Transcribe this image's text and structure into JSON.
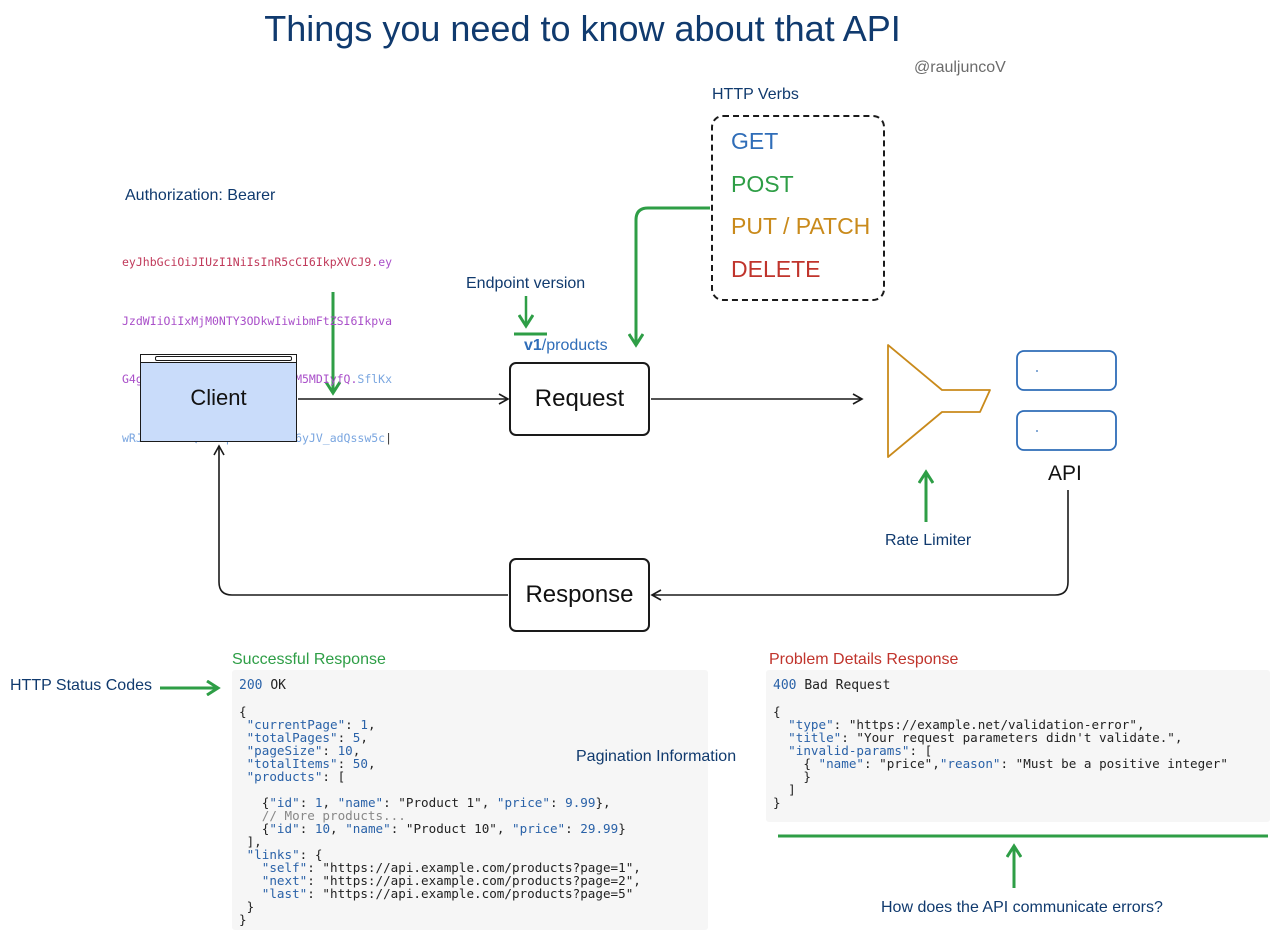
{
  "title": "Things you need to know about that API",
  "handle": "@rauljuncoV",
  "auth": {
    "label": "Authorization: Bearer",
    "token_lines": [
      {
        "a": "eyJhbGciOiJIUzI1NiIsInR5cCI6IkpXVCJ9.",
        "b": "ey"
      },
      {
        "a": "JzdWIiOiIxMjM0NTY3ODkwIiwibmFtZSI6Ikpva",
        "b": ""
      },
      {
        "a": "G4gRG9lIiwiaWF0IjoxNTE2MjM5MDIyfQ.",
        "b": "SflKx"
      },
      {
        "a": "wRJSMeKKF2QT4fwpMeJf36POk6yJV_adQssw5c",
        "b": ""
      }
    ]
  },
  "endpoint": {
    "label": "Endpoint version",
    "version": "v1",
    "path": "/products"
  },
  "verbs": {
    "label": "HTTP Verbs",
    "items": [
      {
        "text": "GET",
        "color": "#2f6db8"
      },
      {
        "text": "POST",
        "color": "#2e9e46"
      },
      {
        "text": "PUT / PATCH",
        "color": "#c98a1b"
      },
      {
        "text": "DELETE",
        "color": "#c0342c"
      }
    ]
  },
  "nodes": {
    "client": "Client",
    "request": "Request",
    "response": "Response",
    "api": "API",
    "rate_limiter": "Rate Limiter"
  },
  "status_codes_label": "HTTP Status Codes",
  "pagination_label": "Pagination Information",
  "errors_question": "How does the API communicate errors?",
  "success": {
    "label": "Successful Response",
    "status_code": "200",
    "status_text": "OK",
    "lines": [
      "{",
      " \"currentPage\": 1,",
      " \"totalPages\": 5,",
      " \"pageSize\": 10,",
      " \"totalItems\": 50,",
      " \"products\": [",
      "",
      "   {\"id\": 1, \"name\": \"Product 1\", \"price\": 9.99},",
      "   // More products...",
      "   {\"id\": 10, \"name\": \"Product 10\", \"price\": 29.99}",
      " ],",
      " \"links\": {",
      "   \"self\": \"https://api.example.com/products?page=1\",",
      "   \"next\": \"https://api.example.com/products?page=2\",",
      "   \"last\": \"https://api.example.com/products?page=5\"",
      " }",
      "}"
    ]
  },
  "problem": {
    "label": "Problem Details Response",
    "status_code": "400",
    "status_text": "Bad Request",
    "lines": [
      "{",
      "  \"type\": \"https://example.net/validation-error\",",
      "  \"title\": \"Your request parameters didn't validate.\",",
      "  \"invalid-params\": [",
      "    { \"name\": \"price\",\"reason\": \"Must be a positive integer\"",
      "    }",
      "  ]",
      "}"
    ]
  },
  "colors": {
    "accent_green": "#2e9e46",
    "navy": "#103a6e",
    "client_fill": "#c9dcfa",
    "api_blue": "#2f6db8",
    "limiter": "#c98a1b"
  }
}
